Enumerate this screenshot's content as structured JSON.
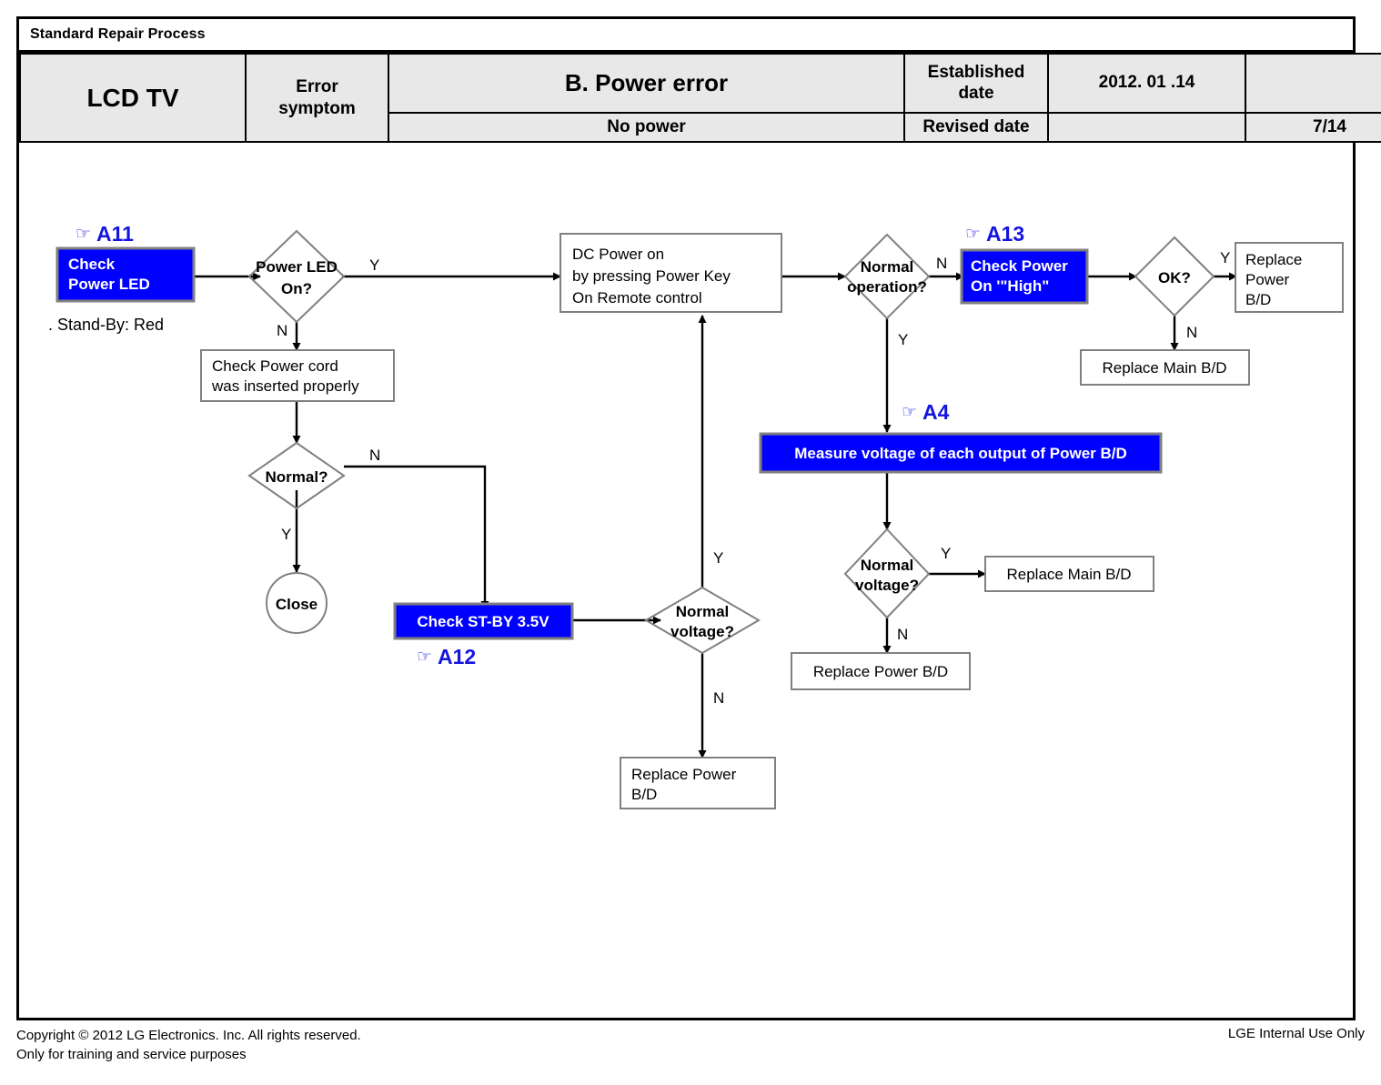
{
  "banner": {
    "title": "Standard Repair Process"
  },
  "header": {
    "model": "LCD  TV",
    "symptom_label": "Error symptom",
    "symptom_label_line1": "Error",
    "symptom_label_line2": "symptom",
    "error_title": "B. Power error",
    "error_subtitle": "No power",
    "established_label_line1": "Established",
    "established_label_line2": "date",
    "established_date": "2012. 01 .14",
    "revised_label": "Revised date",
    "revised_date": "",
    "blank_cell": "",
    "page_number": "7/14"
  },
  "flow": {
    "hand_glyph": "☞",
    "refs": {
      "a11": "A11",
      "a12": "A12",
      "a13": "A13",
      "a4": "A4"
    },
    "nodes": {
      "check_power_led": {
        "line1": "Check",
        "line2": "Power LED",
        "style": "highlight"
      },
      "standby_note": ". Stand-By: Red",
      "power_led_on": {
        "line1": "Power  LED",
        "line2": "On?",
        "style": "decision"
      },
      "check_power_cord": {
        "line1": "Check Power cord",
        "line2": "was inserted properly",
        "style": "process"
      },
      "normal_q": {
        "line1": "Normal?",
        "style": "decision"
      },
      "close": {
        "line1": "Close",
        "style": "terminator"
      },
      "check_stby": {
        "line1": "Check ST-BY 3.5V",
        "style": "highlight"
      },
      "dc_power_on": {
        "line1": "DC Power on",
        "line2": "by pressing Power Key",
        "line3": "On Remote control",
        "style": "process"
      },
      "normal_voltage_center": {
        "line1": "Normal",
        "line2": "voltage?",
        "style": "decision"
      },
      "replace_power_bd_center": {
        "line1": "Replace Power",
        "line2": "B/D",
        "style": "process"
      },
      "normal_operation": {
        "line1": "Normal",
        "line2": "operation?",
        "style": "decision"
      },
      "check_power_on_high": {
        "line1": "Check Power",
        "line2": "On '\"High\"",
        "style": "highlight"
      },
      "ok_q": {
        "line1": "OK?",
        "style": "decision"
      },
      "replace_power_bd_right": {
        "line1": "Replace",
        "line2": "Power",
        "line3": "B/D",
        "style": "process"
      },
      "replace_main_bd_top": {
        "line1": "Replace Main B/D",
        "style": "process"
      },
      "measure_voltage": {
        "line1": "Measure voltage of each output of Power B/D",
        "style": "highlight"
      },
      "normal_voltage_right": {
        "line1": "Normal",
        "line2": "voltage?",
        "style": "decision"
      },
      "replace_main_bd_mid": {
        "line1": "Replace Main B/D",
        "style": "process"
      },
      "replace_power_bd_mid": {
        "line1": "Replace Power B/D",
        "style": "process"
      }
    },
    "branch_labels": {
      "power_led_yes": "Y",
      "power_led_no": "N",
      "normal_q_no": "N",
      "normal_q_yes": "Y",
      "center_volt_yes": "Y",
      "center_volt_no": "N",
      "normal_op_no": "N",
      "normal_op_yes": "Y",
      "ok_yes": "Y",
      "ok_no": "N",
      "right_volt_yes": "Y",
      "right_volt_no": "N"
    }
  },
  "footer": {
    "copyright_line1": "Copyright © 2012 LG Electronics. Inc. All rights reserved.",
    "copyright_line2": "Only for training and service purposes",
    "internal_use": "LGE Internal Use Only"
  },
  "colors": {
    "highlight_fill": "#0000ff",
    "highlight_border": "#808080",
    "highlight_text": "#ffffff",
    "node_border": "#808080",
    "ref_text": "#1515e0",
    "header_fill": "#e8e8e8",
    "line": "#000000"
  }
}
